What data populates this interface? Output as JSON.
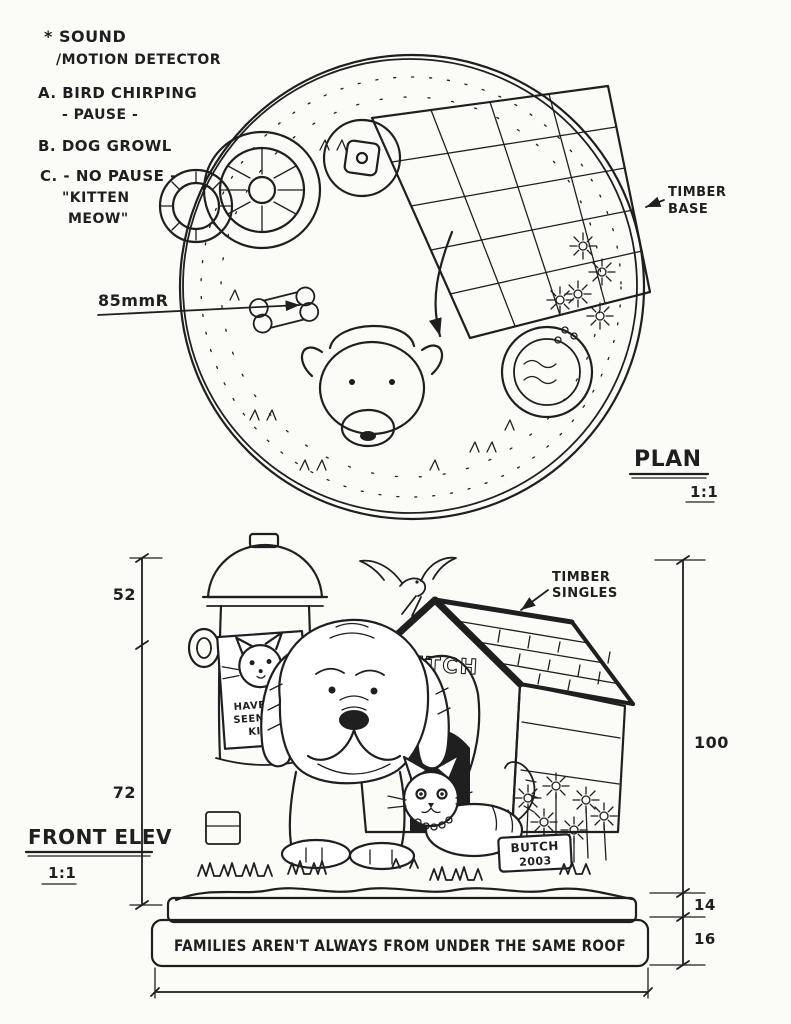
{
  "sheet": {
    "background": "#fbfbf8",
    "ink": "#1f1f1f"
  },
  "notes": {
    "title1": "* SOUND",
    "title2": "/MOTION DETECTOR",
    "a1": "A. BIRD CHIRPING",
    "a2": "- PAUSE -",
    "b": "B. DOG GROWL",
    "c1": "C. - NO PAUSE -",
    "c2": "\"KITTEN",
    "c3": "MEOW\""
  },
  "plan_view": {
    "radius_label": "85mmR",
    "timber_base1": "TIMBER",
    "timber_base2": "BASE",
    "label": "PLAN",
    "scale": "1:1"
  },
  "front_view": {
    "shingles1": "TIMBER",
    "shingles2": "SINGLES",
    "doghouse_name": "BUTCH",
    "poster1": "HAVE YOU",
    "poster2": "SEEN THIS",
    "poster3": "KITTY",
    "sign1": "BUTCH",
    "sign2": "2003",
    "banner": "FAMILIES AREN'T ALWAYS FROM UNDER THE SAME ROOF",
    "label": "FRONT ELEV",
    "scale": "1:1"
  },
  "dimensions": {
    "left_upper": "52",
    "left_lower": "72",
    "right_main": "100",
    "right_step1": "14",
    "right_step2": "16"
  }
}
